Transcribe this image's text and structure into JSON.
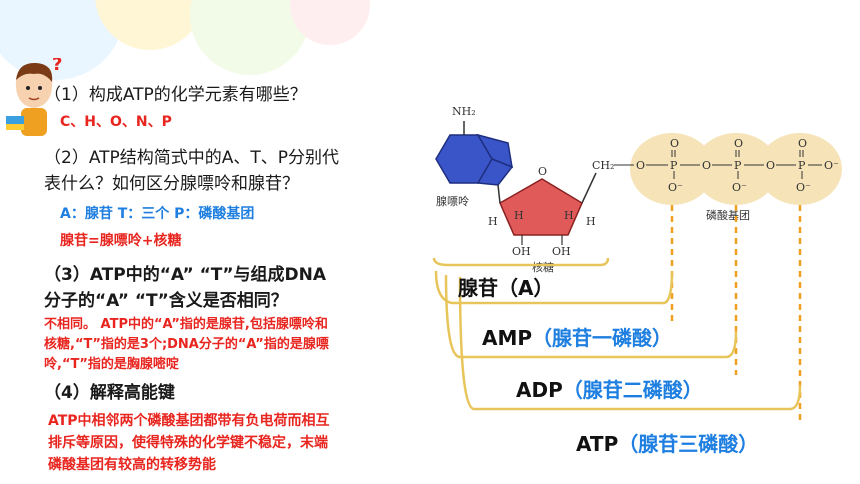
{
  "questions": [
    {
      "q": "（1）构成ATP的化学元素有哪些？",
      "a": "C、H、O、N、P"
    },
    {
      "q1": "（2）ATP结构简式中的A、T、P分别代",
      "q2": "表什么？如何区分腺嘌呤和腺苷？",
      "a1": "A：腺苷  T：三个  P：磷酸基团",
      "a2": "腺苷=腺嘌呤+核糖"
    },
    {
      "q1": "（3）ATP中的“A” “T”与组成DNA",
      "q2": "分子的“A” “T”含义是否相同？",
      "a1": "不相同。 ATP中的“A”指的是腺苷,包括腺嘌呤和",
      "a2": "核糖,“T”指的是3个;DNA分子的“A”指的是腺嘌",
      "a3": "呤,“T”指的是胸腺嘧啶"
    },
    {
      "q": "（4）解释高能键",
      "a1": "ATP中相邻两个磷酸基团都带有负电荷而相互",
      "a2": "排斥等原因，使得特殊的化学键不稳定，末端",
      "a3": "磷酸基团有较高的转移势能"
    }
  ],
  "diagram": {
    "nh2": "NH₂",
    "adenine": "腺嘌呤",
    "ribose": "核糖",
    "phosphate_group": "磷酸基团",
    "ch2": "CH₂",
    "h": "H",
    "oh": "OH",
    "o": "O",
    "p": "P",
    "ominus": "O⁻",
    "ominus_right": "O⁻"
  },
  "labels": {
    "adenosine": "腺苷（A）",
    "amp": {
      "abbr": "AMP",
      "name": "（腺苷一磷酸）"
    },
    "adp": {
      "abbr": "ADP",
      "name": "（腺苷二磷酸）"
    },
    "atp": {
      "abbr": "ATP",
      "name": "（腺苷三磷酸）"
    }
  },
  "colors": {
    "answer": "#e8251f",
    "name": "#1e7fe0",
    "bracket": "#e8c55a",
    "dashed": "#f0a020",
    "phosphate": "#f6e4b8",
    "base": "#3a55c8",
    "ribose": "#e05a5a"
  }
}
